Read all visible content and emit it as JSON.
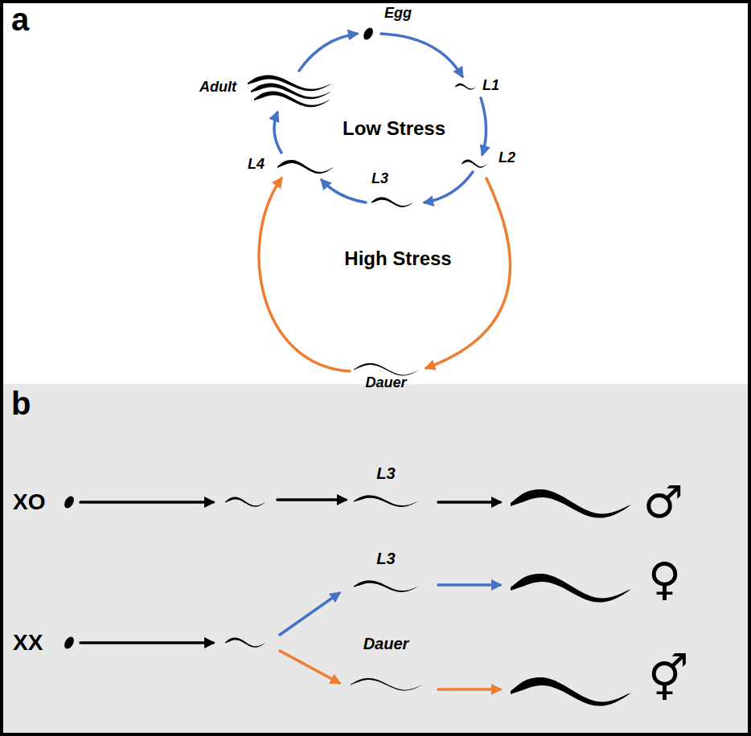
{
  "diagram": {
    "nodes": [
      {
        "text": [
          "a"
        ]
      },
      {
        "text": [
          "b"
        ]
      }
    ],
    "labels": [
      "Egg",
      "L1",
      "L2",
      "L3",
      "L4",
      "Adult",
      "Low Stress",
      "High Stress",
      "Dauer",
      "XO",
      "L3",
      "XX",
      "L3",
      "Dauer",
      "♂",
      "♀",
      "⚥"
    ]
  }
}
